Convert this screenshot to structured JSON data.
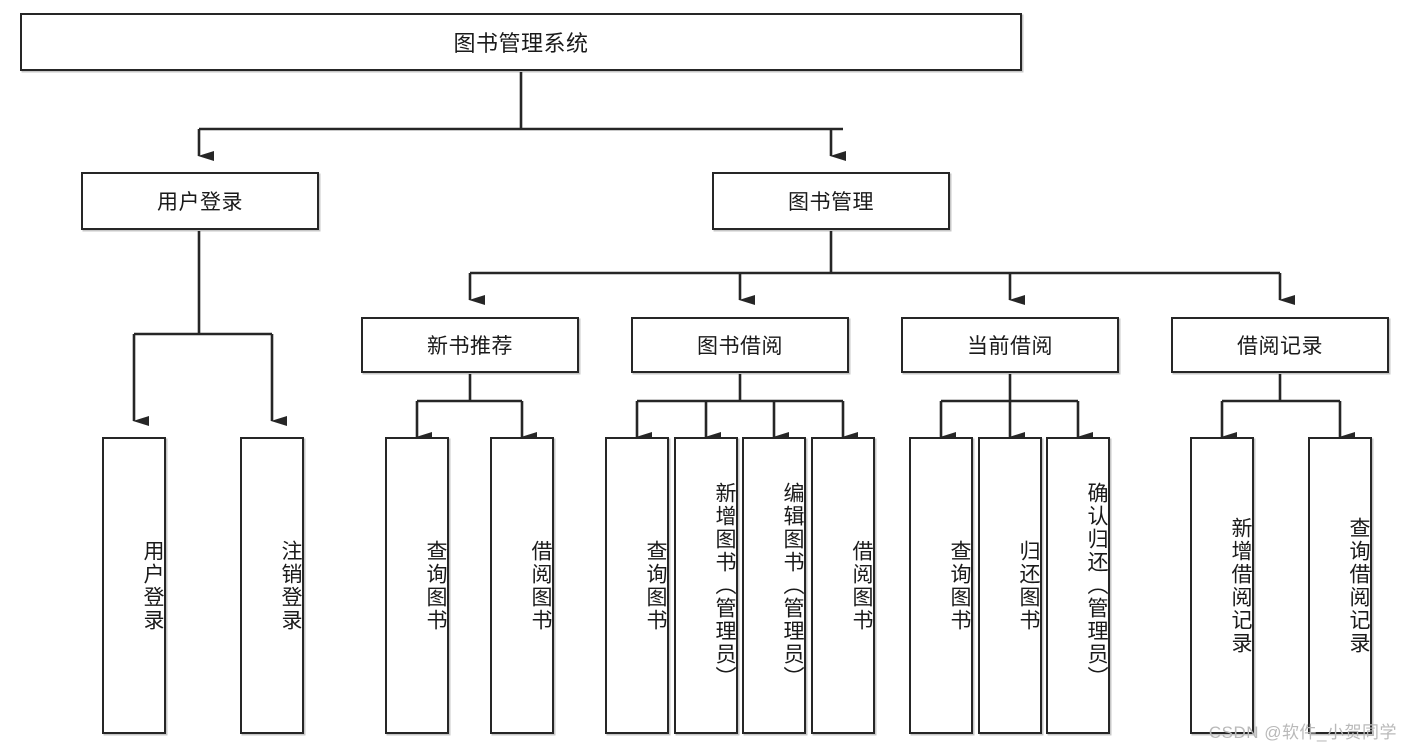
{
  "diagram": {
    "type": "tree",
    "title": "图书管理系统",
    "orientation": "top-down",
    "colors": {
      "node_border": "#262626",
      "node_fill": "#ffffff",
      "edge": "#262626",
      "text": "#1a1a1a",
      "watermark": "#b9b9b9"
    },
    "root": {
      "label": "图书管理系统"
    },
    "level2": [
      {
        "label": "用户登录"
      },
      {
        "label": "图书管理"
      }
    ],
    "level3": [
      {
        "label": "新书推荐"
      },
      {
        "label": "图书借阅"
      },
      {
        "label": "当前借阅"
      },
      {
        "label": "借阅记录"
      }
    ],
    "leaves": {
      "user_login": [
        {
          "label": "用户登录"
        },
        {
          "label": "注销登录"
        }
      ],
      "new_book": [
        {
          "label": "查询图书"
        },
        {
          "label": "借阅图书"
        }
      ],
      "book_borrow": [
        {
          "label": "查询图书"
        },
        {
          "label": "新增图书（管理员）"
        },
        {
          "label": "编辑图书（管理员）"
        },
        {
          "label": "借阅图书"
        }
      ],
      "current_borrow": [
        {
          "label": "查询图书"
        },
        {
          "label": "归还图书"
        },
        {
          "label": "确认归还（管理员）"
        }
      ],
      "borrow_record": [
        {
          "label": "新增借阅记录"
        },
        {
          "label": "查询借阅记录"
        }
      ]
    }
  },
  "watermark": {
    "text": "CSDN @软件_小贺同学"
  }
}
